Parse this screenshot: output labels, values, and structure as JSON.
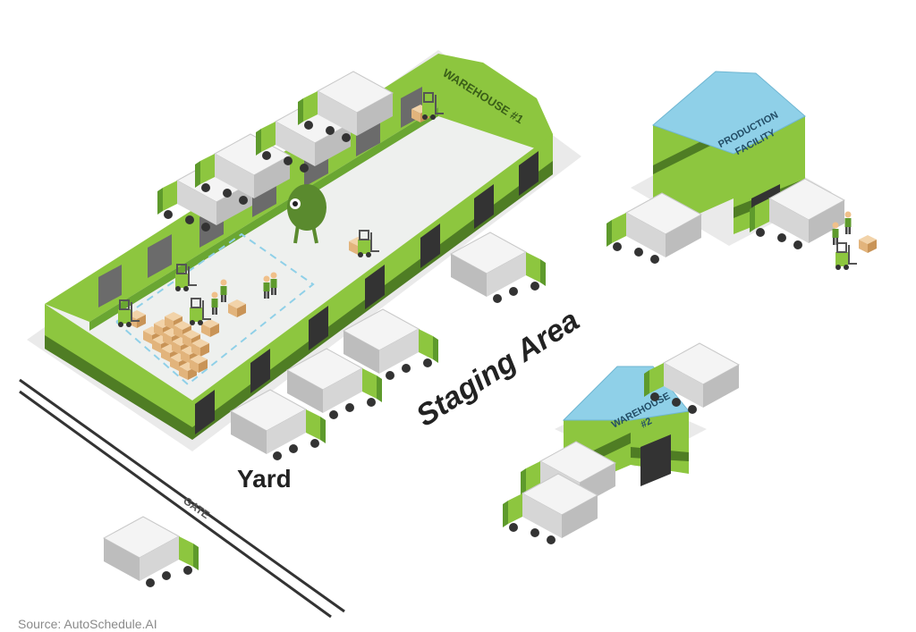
{
  "labels": {
    "warehouse1": "WAREHOUSE #1",
    "production_line1": "PRODUCTION",
    "production_line2": "FACILITY",
    "warehouse2_line1": "WAREHOUSE",
    "warehouse2_line2": "#2",
    "staging_area": "Staging Area",
    "yard": "Yard",
    "gate": "GATE"
  },
  "source": "Source: AutoSchedule.AI",
  "colors": {
    "green": "#8dc63f",
    "dark_green": "#4f7d24",
    "mid_green": "#6aa632",
    "roof_blue": "#8fd0e8",
    "floor": "#eef0ee",
    "truck_body": "#e4e4e4",
    "box": "#e8c08e",
    "text_dark": "#222222"
  },
  "icons": [
    "truck-icon",
    "forklift-icon",
    "worker-icon",
    "box-stack-icon",
    "mascot-icon"
  ]
}
